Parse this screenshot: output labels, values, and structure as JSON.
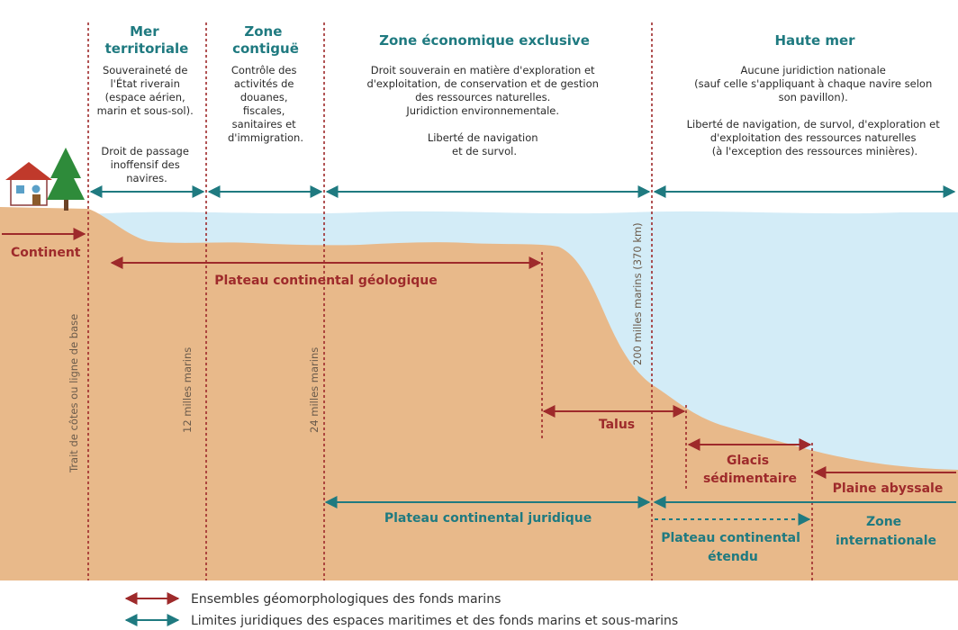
{
  "zones": {
    "mer_territoriale": {
      "title": [
        "Mer",
        "territoriale"
      ],
      "desc": [
        "Souveraineté de",
        "l'État riverain",
        "(espace aérien,",
        "marin et sous-sol).",
        "",
        "Droit de passage",
        "inoffensif des",
        "navires."
      ]
    },
    "zone_contigue": {
      "title": [
        "Zone",
        "contiguë"
      ],
      "desc": [
        "Contrôle des",
        "activités de",
        "douanes,",
        "fiscales,",
        "sanitaires et",
        "d'immigration."
      ]
    },
    "zee": {
      "title": [
        "Zone économique exclusive"
      ],
      "desc": [
        "Droit souverain en matière d'exploration et",
        "d'exploitation, de conservation et de gestion",
        "des ressources naturelles.",
        "Juridiction environnementale.",
        "",
        "Liberté de navigation",
        "et de survol."
      ]
    },
    "haute_mer": {
      "title": [
        "Haute mer"
      ],
      "desc": [
        "Aucune juridiction nationale",
        "(sauf celle s'appliquant à chaque navire selon",
        "son pavillon).",
        "",
        "Liberté de navigation, de survol, d'exploration et",
        "d'exploitation des ressources naturelles",
        "(à l'exception des ressources minières)."
      ]
    }
  },
  "vertical_labels": {
    "baseline": "Trait de côtes ou ligne de base",
    "nm12": "12 milles marins",
    "nm24": "24 milles marins",
    "nm200": "200 milles marins (370 km)"
  },
  "labels": {
    "continent": "Continent",
    "plateau_geo": "Plateau continental géologique",
    "talus": "Talus",
    "glacis": [
      "Glacis",
      "sédimentaire"
    ],
    "plaine": "Plaine abyssale",
    "plateau_jur": "Plateau continental juridique",
    "plateau_etendu": [
      "Plateau continental",
      "étendu"
    ],
    "zone_int": [
      "Zone",
      "internationale"
    ]
  },
  "legend": {
    "geo": "Ensembles géomorphologiques des fonds marins",
    "jur": "Limites juridiques des espaces maritimes et des fonds marins et sous-marins"
  },
  "colors": {
    "land": "#e8b98a",
    "sea": "#d3ecf7",
    "geo_arrow": "#9e2a2b",
    "jur_arrow": "#1f7a80"
  }
}
